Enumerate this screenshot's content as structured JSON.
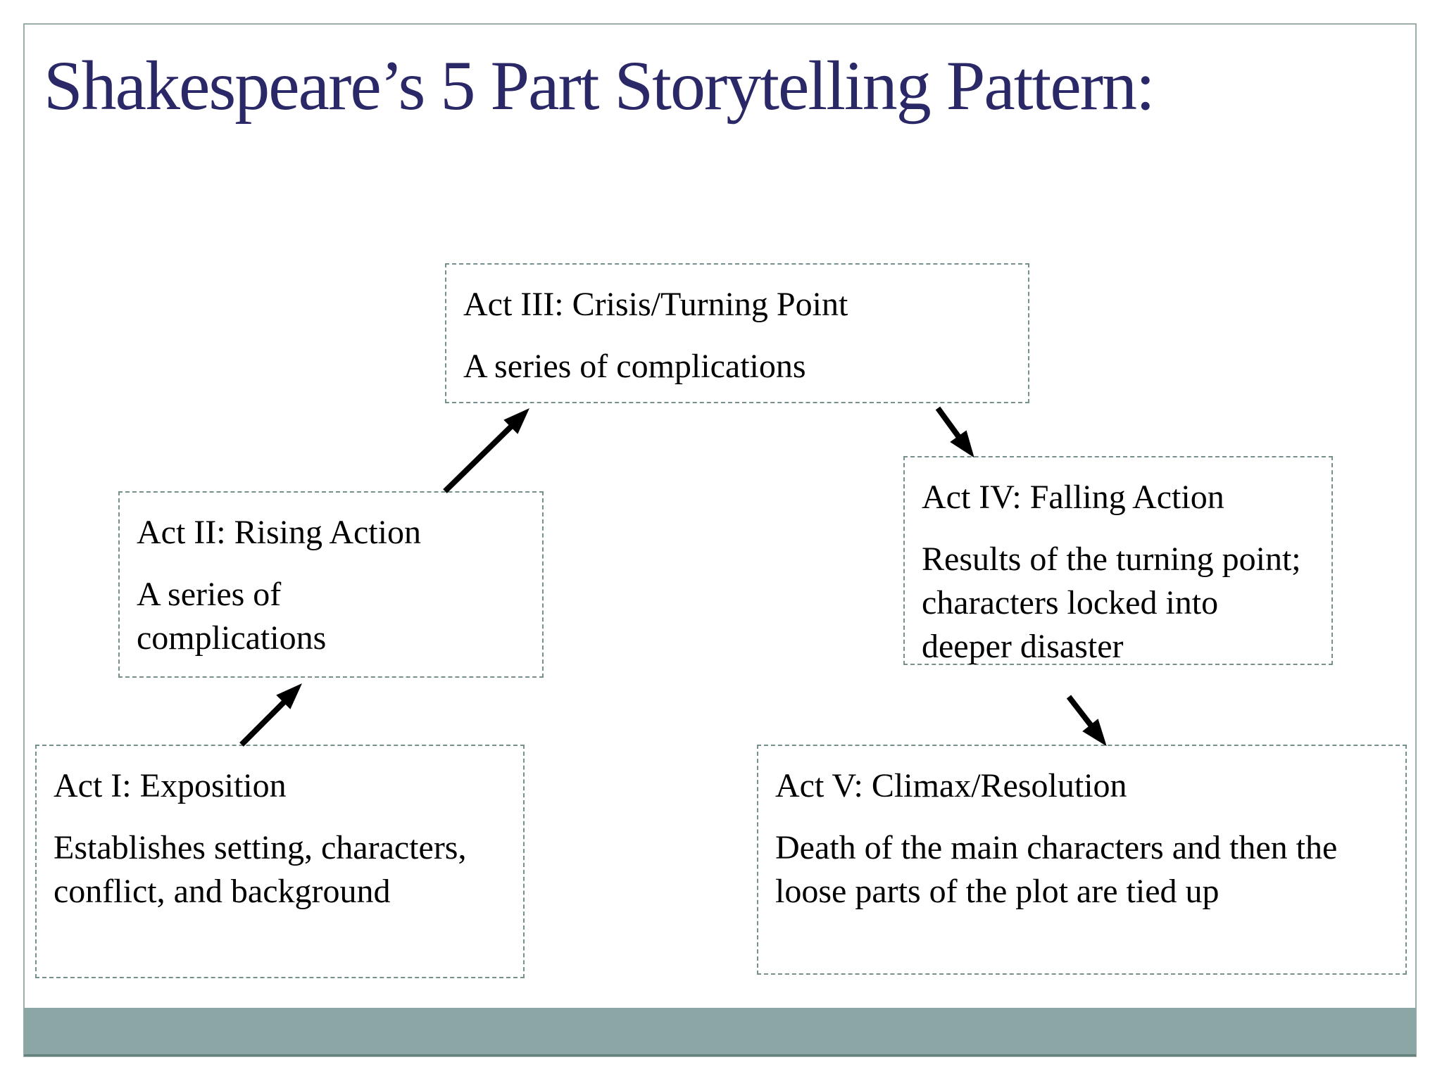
{
  "slide": {
    "title": "Shakespeare’s 5 Part Storytelling Pattern:",
    "boxes": [
      {
        "id": "act1",
        "heading": "Act I: Exposition",
        "body": "Establishes setting, characters, conflict, and background"
      },
      {
        "id": "act2",
        "heading": "Act II: Rising Action",
        "body": "A series of complications"
      },
      {
        "id": "act3",
        "heading": "Act III: Crisis/Turning Point",
        "body": "A series of complications"
      },
      {
        "id": "act4",
        "heading": "Act IV: Falling Action",
        "body": "Results of the turning point; characters locked into deeper disaster"
      },
      {
        "id": "act5",
        "heading": "Act V: Climax/Resolution",
        "body": "Death of the main characters and then the loose parts of the plot are tied up"
      }
    ],
    "connectors": [
      {
        "from": "act1",
        "to": "act2",
        "direction": "up-right"
      },
      {
        "from": "act2",
        "to": "act3",
        "direction": "up-right"
      },
      {
        "from": "act3",
        "to": "act4",
        "direction": "down-right"
      },
      {
        "from": "act4",
        "to": "act5",
        "direction": "down-right"
      }
    ],
    "colors": {
      "title_text": "#2b2868",
      "box_border": "#76908d",
      "box_text": "#000000",
      "frame_border": "#9bafa9",
      "bottom_bar": "#8ba7a5",
      "bottom_bar_edge": "#66807e",
      "arrow": "#000000"
    }
  }
}
